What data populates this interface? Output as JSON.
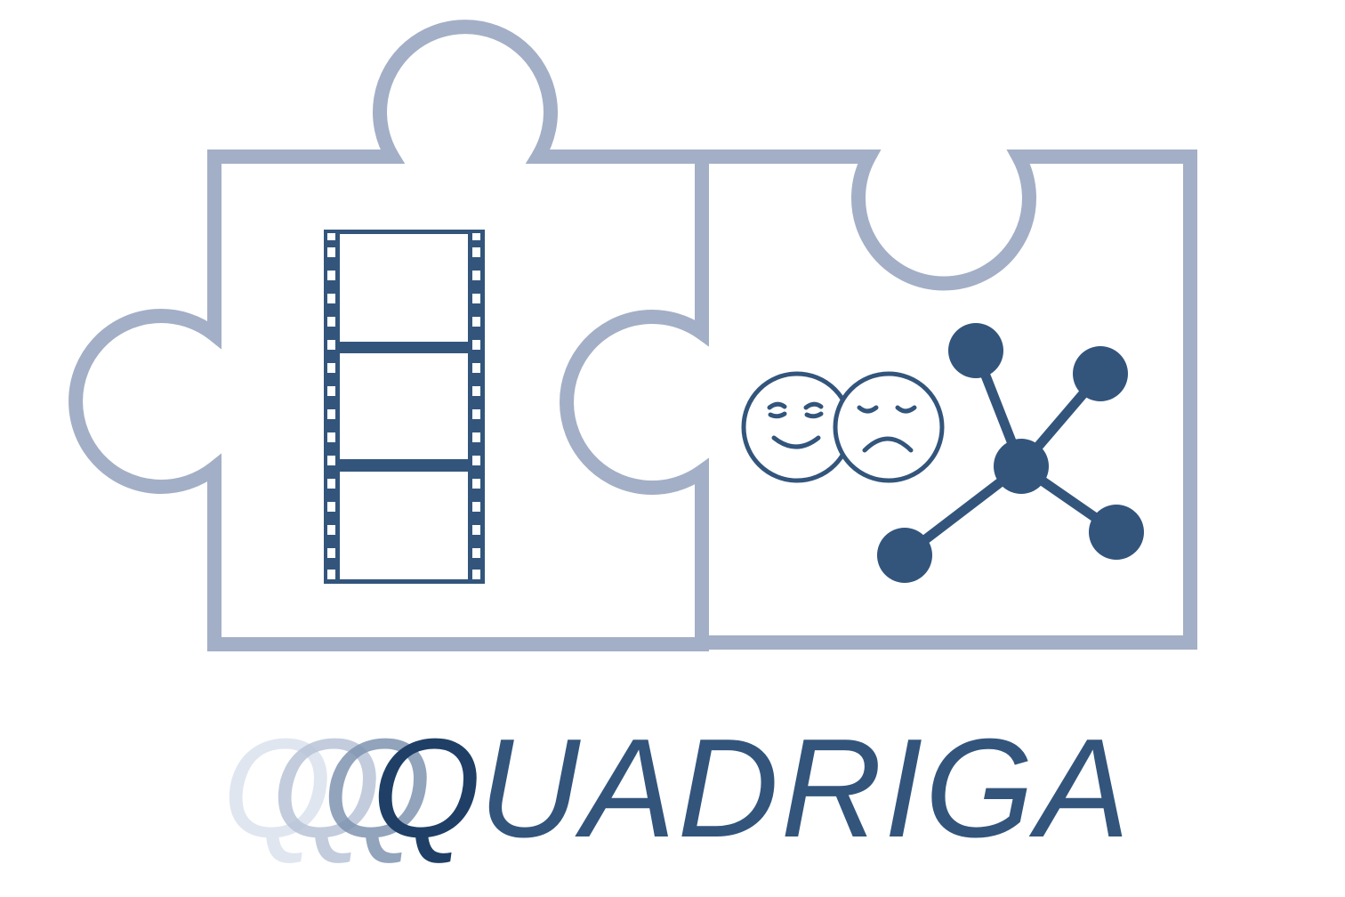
{
  "logo": {
    "wordmark_first_letter": "Q",
    "wordmark_rest": "UADRIGA",
    "ghost_letter": "Q",
    "icons": {
      "left_piece": "film-strip-icon",
      "right_piece_a": "emotion-faces-icon",
      "right_piece_b": "network-graph-icon"
    }
  },
  "colors": {
    "puzzle_outline": "#a3afc6",
    "icon_primary": "#33557c",
    "wordmark": "#33557c",
    "wordmark_q_dark": "#1f3f66",
    "ghost_q_1": "#dbe3ee",
    "ghost_q_2": "#b7c3d6",
    "ghost_q_3": "#7f93b0",
    "background": "#ffffff"
  }
}
